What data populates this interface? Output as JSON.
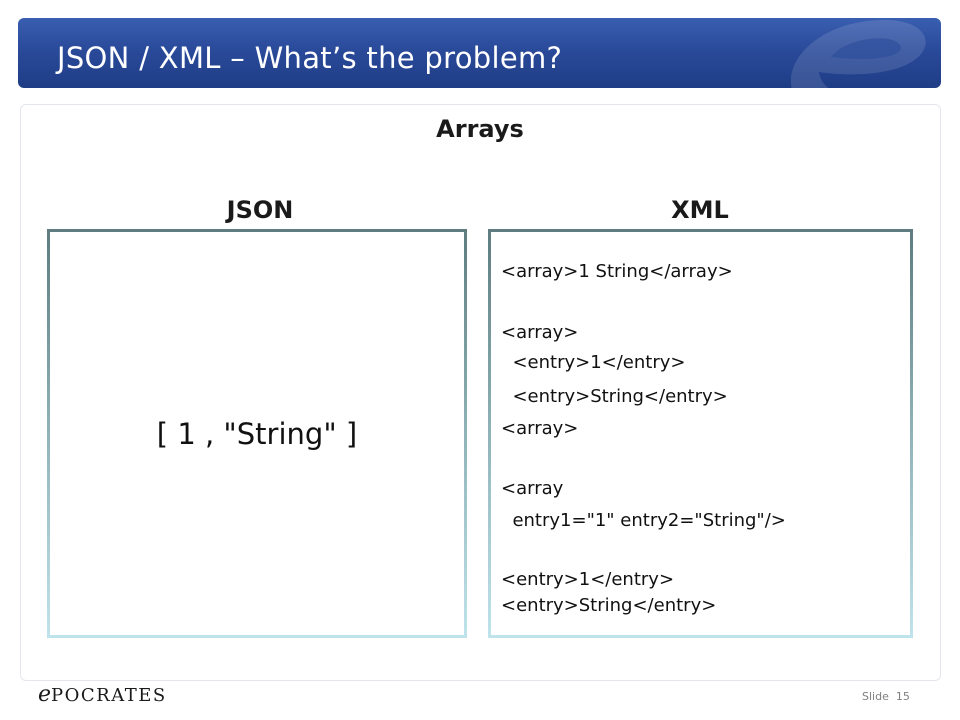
{
  "header": {
    "title": "JSON / XML – What’s the problem?"
  },
  "content": {
    "section_heading": "Arrays",
    "json_heading": "JSON",
    "xml_heading": "XML",
    "json_example": "[ 1 ,  \"String\" ]",
    "xml_lines": [
      "<array>1 String</array>",
      "<array>",
      "  <entry>1</entry>",
      "  <entry>String</entry>",
      "<array>",
      "<array",
      "  entry1=\"1\" entry2=\"String\"/>",
      "<entry>1</entry>",
      "<entry>String</entry>"
    ]
  },
  "footer": {
    "logo_initial": "e",
    "logo_text": "POCRATES",
    "slide_label": "Slide",
    "slide_number": "15"
  },
  "colors": {
    "title_bar": "#2a4a9a",
    "box_border_top": "#5f7d80",
    "box_border_bottom": "#bfe3ea"
  }
}
